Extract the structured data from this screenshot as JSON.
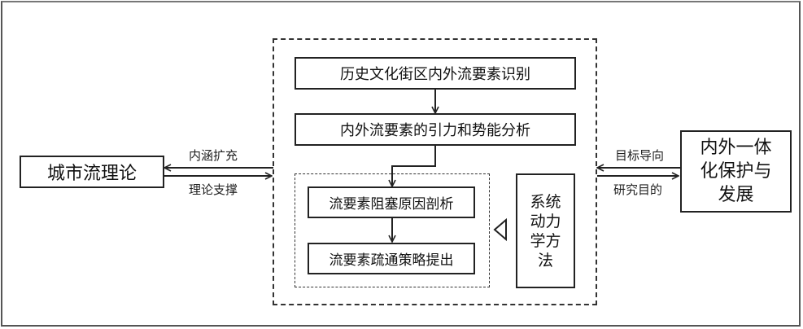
{
  "diagram": {
    "left_box": {
      "label": "城市流理论"
    },
    "right_box": {
      "lines": [
        "内外一体",
        "化保护与",
        "发展"
      ]
    },
    "left_arrows": {
      "top_label": "内涵扩充",
      "bottom_label": "理论支撑"
    },
    "right_arrows": {
      "top_label": "目标导向",
      "bottom_label": "研究目的"
    },
    "center": {
      "step1": "历史文化街区内外流要素识别",
      "step2": "内外流要素的引力和势能分析",
      "step3": "流要素阻塞原因剖析",
      "step4": "流要素疏通策略提出",
      "method_box": {
        "lines": [
          "系统",
          "动力",
          "学方",
          "法"
        ]
      }
    }
  }
}
